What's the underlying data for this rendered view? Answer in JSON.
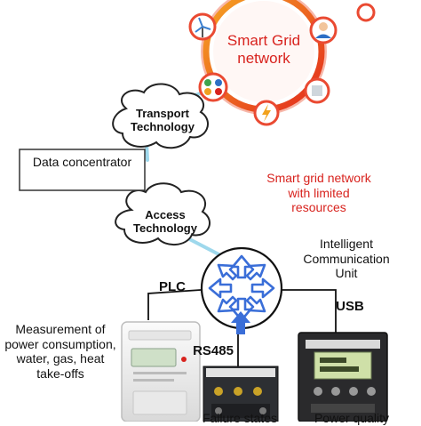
{
  "diagram": {
    "hub_title": "Smart Grid network",
    "transport": "Transport Technology",
    "access": "Access Technology",
    "data_concentrator": "Data concentrator",
    "limited_resources": "Smart grid network with limited resources",
    "icu": "Intelligent Communication Unit",
    "plc": "PLC",
    "usb": "USB",
    "rs485": "RS485",
    "measurement": "Measurement of power consumption, water, gas, heat take-offs",
    "failure": "Failure states",
    "power_quality": "Power quality"
  },
  "colors": {
    "ring": "#e8321f",
    "hub_text": "#d8231e",
    "arrow": "#3a6ed8",
    "link": "#9ed8ec"
  }
}
